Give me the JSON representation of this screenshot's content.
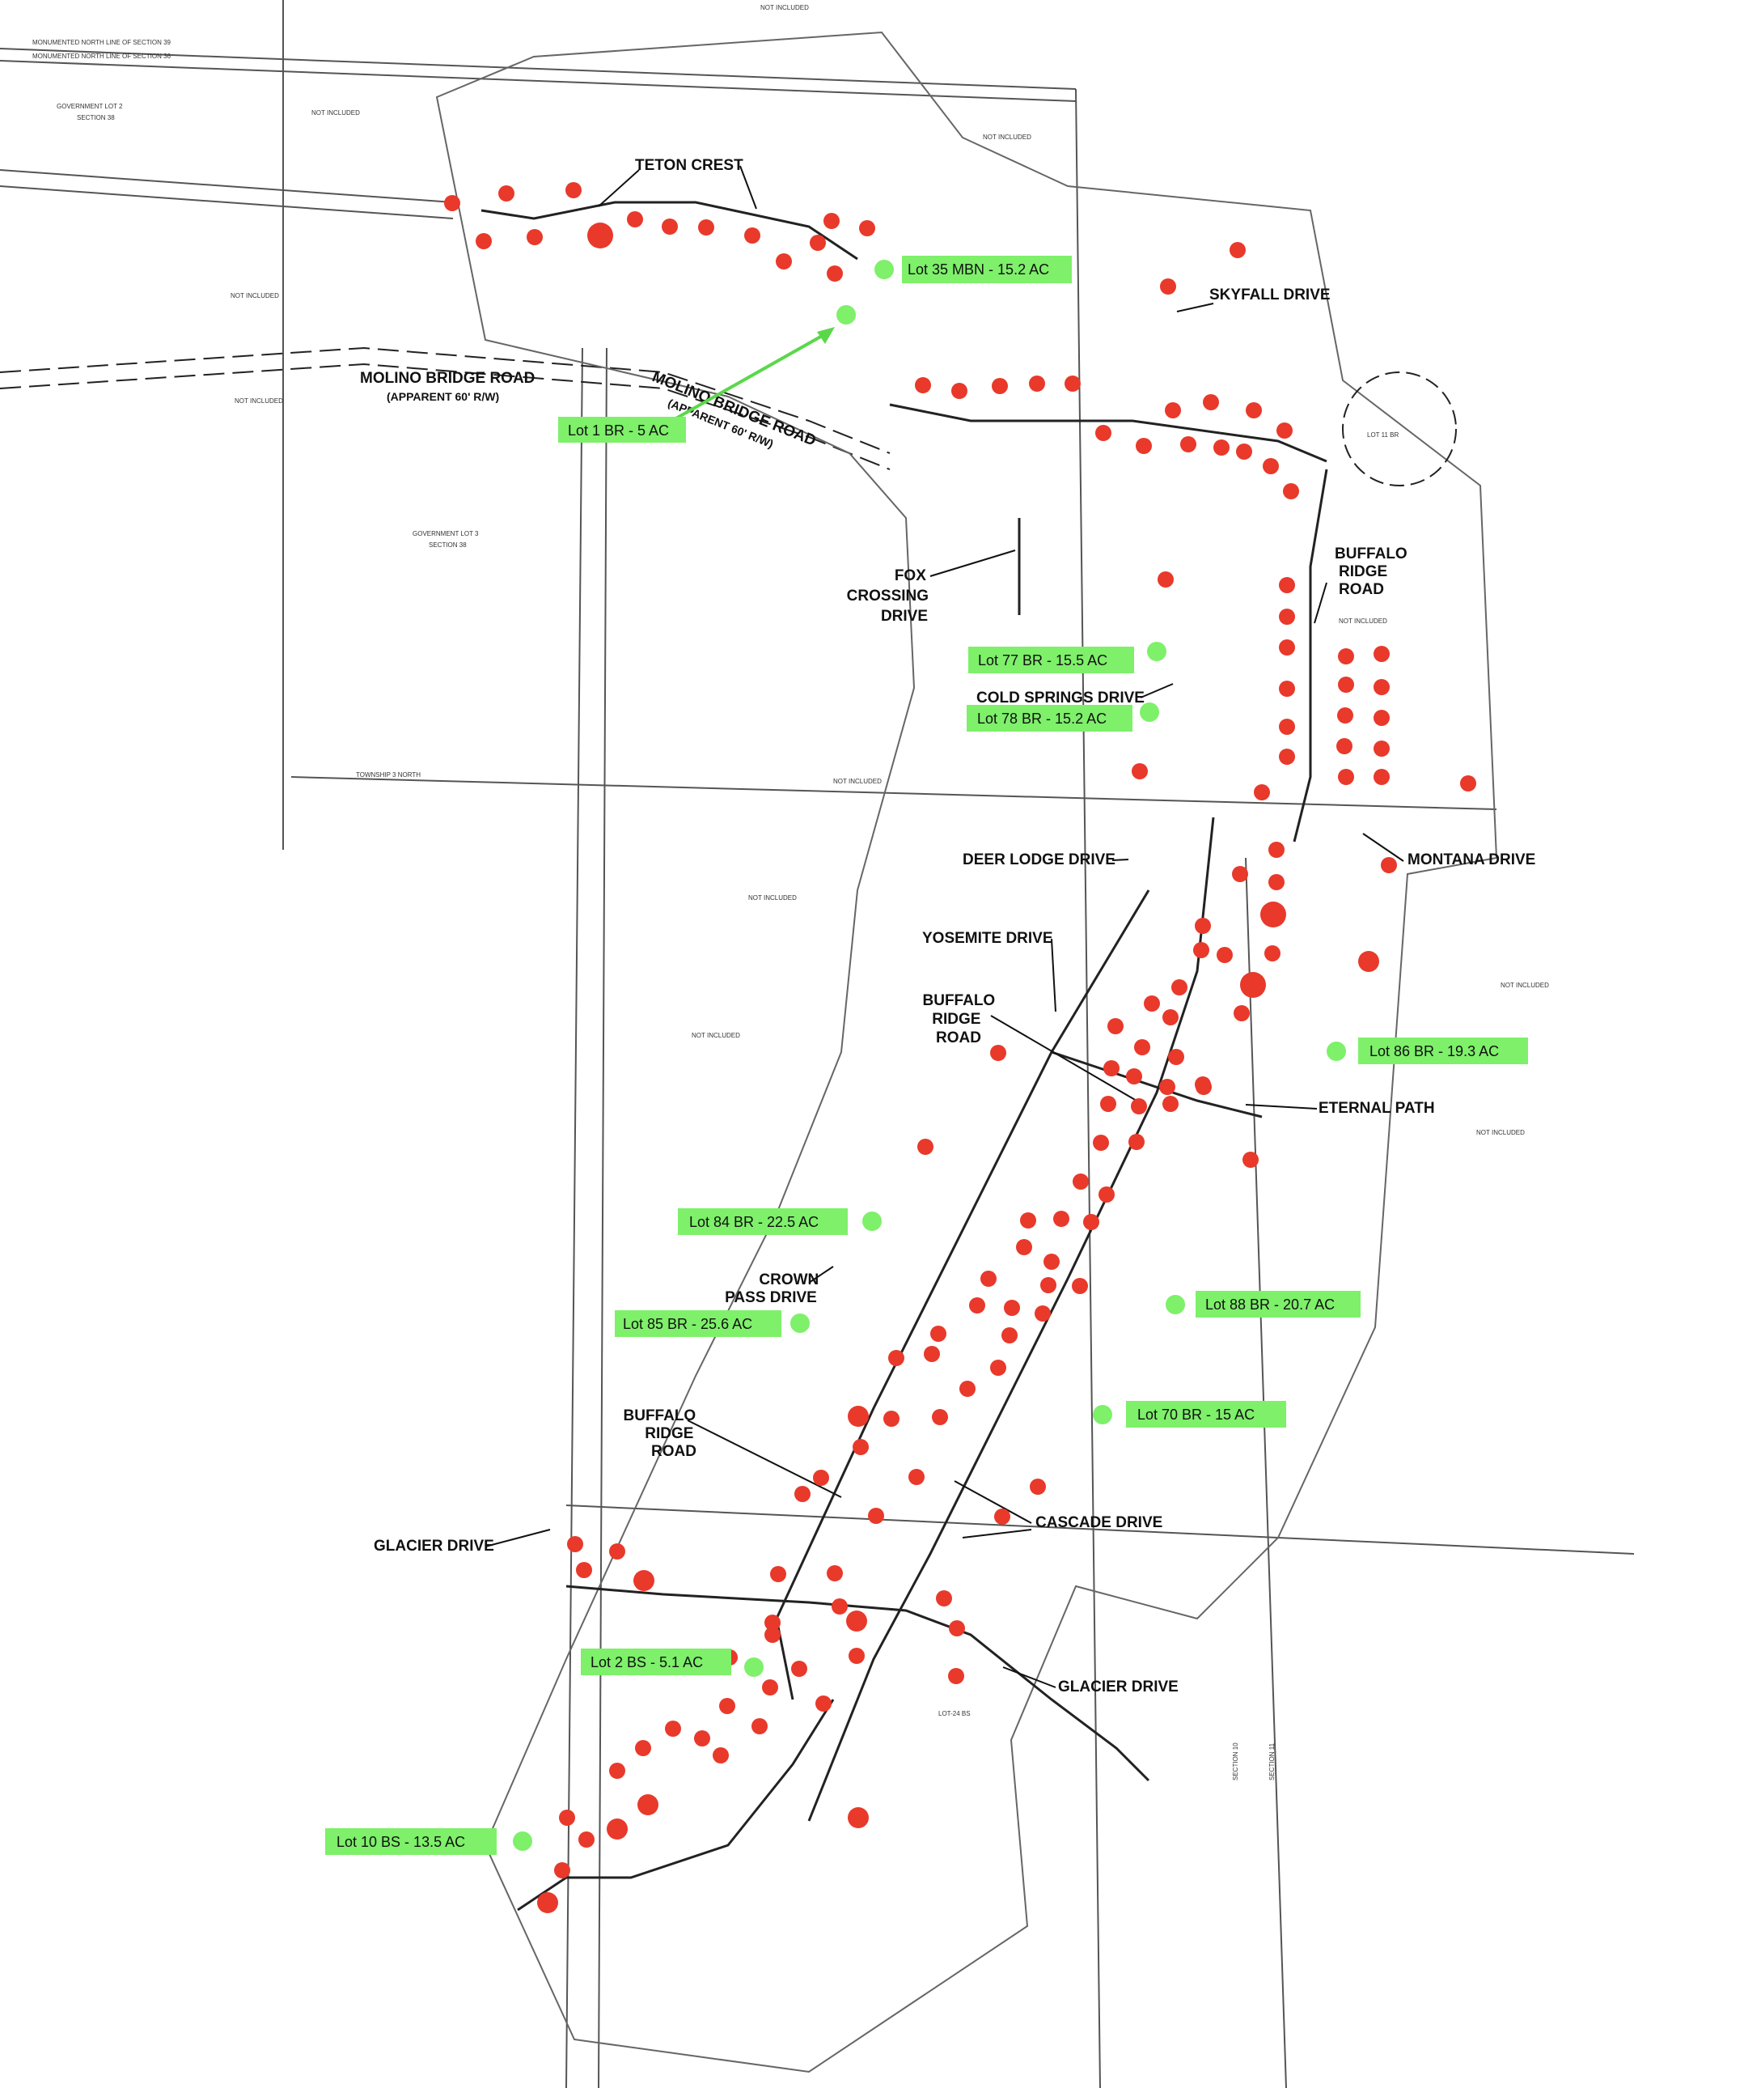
{
  "colors": {
    "sold": "#e8392b",
    "available": "#7ef06a",
    "line": "#444444",
    "boundary": "#555555"
  },
  "road_labels": [
    {
      "id": "teton-crest",
      "lines": [
        "TETON CREST"
      ]
    },
    {
      "id": "skyfall-drive",
      "lines": [
        "SKYFALL DRIVE"
      ]
    },
    {
      "id": "molino-bridge-road-left",
      "lines": [
        "MOLINO BRIDGE ROAD",
        "(APPARENT 60' R/W)"
      ]
    },
    {
      "id": "molino-bridge-road-right",
      "lines": [
        "MOLINO BRIDGE ROAD",
        "(APPARENT 60' R/W)"
      ]
    },
    {
      "id": "fox-crossing-drive",
      "lines": [
        "FOX",
        "CROSSING",
        "DRIVE"
      ]
    },
    {
      "id": "buffalo-ridge-road-top",
      "lines": [
        "BUFFALO",
        "RIDGE",
        "ROAD"
      ]
    },
    {
      "id": "cold-springs-drive",
      "lines": [
        "COLD SPRINGS DRIVE"
      ]
    },
    {
      "id": "deer-lodge-drive",
      "lines": [
        "DEER LODGE DRIVE"
      ]
    },
    {
      "id": "montana-drive",
      "lines": [
        "MONTANA DRIVE"
      ]
    },
    {
      "id": "yosemite-drive",
      "lines": [
        "YOSEMITE DRIVE"
      ]
    },
    {
      "id": "buffalo-ridge-road-mid",
      "lines": [
        "BUFFALO",
        "RIDGE",
        "ROAD"
      ]
    },
    {
      "id": "eternal-path",
      "lines": [
        "ETERNAL PATH"
      ]
    },
    {
      "id": "crown-pass-drive",
      "lines": [
        "CROWN",
        "PASS DRIVE"
      ]
    },
    {
      "id": "buffalo-ridge-road-low",
      "lines": [
        "BUFFALO",
        "RIDGE",
        "ROAD"
      ]
    },
    {
      "id": "cascade-drive",
      "lines": [
        "CASCADE DRIVE"
      ]
    },
    {
      "id": "glacier-drive-left",
      "lines": [
        "GLACIER DRIVE"
      ]
    },
    {
      "id": "glacier-drive-right",
      "lines": [
        "GLACIER DRIVE"
      ]
    }
  ],
  "available_lots": [
    {
      "id": "lot-35-mbn",
      "label": "Lot 35 MBN - 15.2 AC"
    },
    {
      "id": "lot-1-br",
      "label": "Lot 1 BR - 5 AC"
    },
    {
      "id": "lot-77-br",
      "label": "Lot 77 BR - 15.5 AC"
    },
    {
      "id": "lot-78-br",
      "label": "Lot 78 BR - 15.2 AC"
    },
    {
      "id": "lot-86-br",
      "label": "Lot 86 BR - 19.3 AC"
    },
    {
      "id": "lot-84-br",
      "label": "Lot 84 BR - 22.5 AC"
    },
    {
      "id": "lot-88-br",
      "label": "Lot 88 BR - 20.7 AC"
    },
    {
      "id": "lot-85-br",
      "label": "Lot 85 BR - 25.6 AC"
    },
    {
      "id": "lot-70-br",
      "label": "Lot 70 BR - 15 AC"
    },
    {
      "id": "lot-2-bs",
      "label": "Lot 2 BS - 5.1 AC"
    },
    {
      "id": "lot-10-bs",
      "label": "Lot 10 BS - 13.5 AC"
    }
  ],
  "small_labels": [
    {
      "id": "not-included-top",
      "text": "NOT INCLUDED"
    },
    {
      "id": "monumented-north-39",
      "text": "MONUMENTED NORTH LINE OF SECTION 39"
    },
    {
      "id": "monumented-north-36",
      "text": "MONUMENTED NORTH LINE OF SECTION 36"
    },
    {
      "id": "government-lot-2",
      "text": "GOVERNMENT LOT 2"
    },
    {
      "id": "section-38-a",
      "text": "SECTION 38"
    },
    {
      "id": "not-included-a",
      "text": "NOT INCLUDED"
    },
    {
      "id": "not-included-b",
      "text": "NOT INCLUDED"
    },
    {
      "id": "not-included-c",
      "text": "NOT INCLUDED"
    },
    {
      "id": "government-lot-3",
      "text": "GOVERNMENT LOT 3"
    },
    {
      "id": "section-38-b",
      "text": "SECTION 38"
    },
    {
      "id": "lot-11-br",
      "text": "LOT 11 BR"
    },
    {
      "id": "not-included-d",
      "text": "NOT INCLUDED"
    },
    {
      "id": "not-included-e",
      "text": "NOT INCLUDED"
    },
    {
      "id": "not-included-f",
      "text": "NOT INCLUDED"
    },
    {
      "id": "not-included-g",
      "text": "NOT INCLUDED"
    },
    {
      "id": "not-included-h",
      "text": "NOT INCLUDED"
    },
    {
      "id": "not-included-i",
      "text": "NOT INCLUDED"
    },
    {
      "id": "not-included-j",
      "text": "NOT INCLUDED"
    },
    {
      "id": "township-3-north",
      "text": "TOWNSHIP 3 NORTH"
    },
    {
      "id": "section-10",
      "text": "SECTION 10"
    },
    {
      "id": "section-11",
      "text": "SECTION 11"
    },
    {
      "id": "lot-24-bs",
      "text": "LOT-24 BS"
    }
  ]
}
